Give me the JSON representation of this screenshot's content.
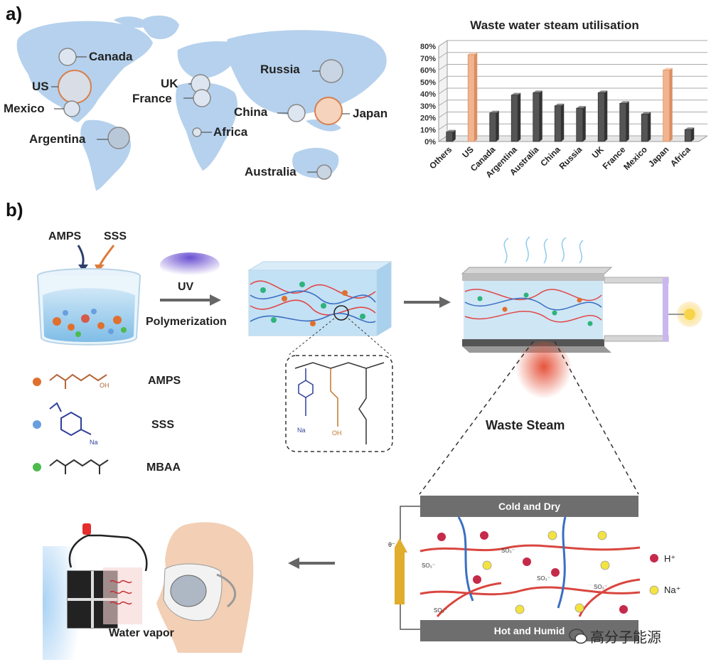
{
  "panels": {
    "a": "a)",
    "b": "b)"
  },
  "map": {
    "labels": [
      "Canada",
      "US",
      "Mexico",
      "Argentina",
      "UK",
      "France",
      "Africa",
      "Russia",
      "China",
      "Japan",
      "Australia"
    ]
  },
  "chart_data": {
    "type": "bar",
    "title": "Waste water steam utilisation",
    "categories": [
      "Others",
      "US",
      "Canada",
      "Argentina",
      "Australia",
      "China",
      "Russia",
      "UK",
      "France",
      "Mexico",
      "Japan",
      "Africa"
    ],
    "values": [
      8,
      73,
      24,
      39,
      41,
      30,
      28,
      41,
      32,
      23,
      60,
      10
    ],
    "highlighted": [
      "US",
      "Japan"
    ],
    "ylim": [
      0,
      80
    ],
    "yticks": [
      "0%",
      "10%",
      "20%",
      "30%",
      "40%",
      "50%",
      "60%",
      "70%",
      "80%"
    ],
    "colors": {
      "bar": "#555555",
      "highlight": "#f2b48e"
    }
  },
  "synthesis": {
    "amps": "AMPS",
    "sss": "SSS",
    "uv": "UV",
    "polymerization": "Polymerization",
    "legend": [
      {
        "label": "AMPS",
        "color": "#e0702e"
      },
      {
        "label": "SSS",
        "color": "#6a9fdf"
      },
      {
        "label": "MBAA",
        "color": "#4cbb4c"
      }
    ]
  },
  "device": {
    "waste_steam": "Waste Steam",
    "cold_dry": "Cold and Dry",
    "hot_humid": "Hot and Humid",
    "h_plus": "H⁺",
    "na_plus": "Na⁺",
    "theta": "θ⁻",
    "so3": "SO₃⁻",
    "water_vapor": "Water vapor",
    "watermark": "高分子能源"
  }
}
